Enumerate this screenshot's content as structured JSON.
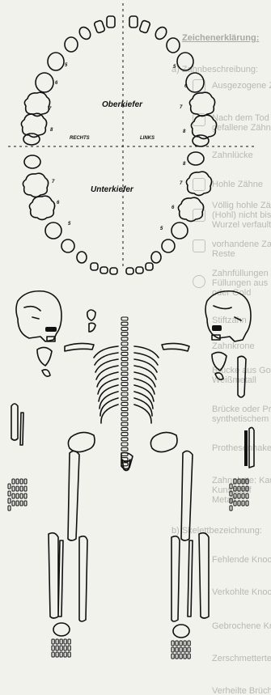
{
  "labels": {
    "upper_jaw": "Oberkiefer",
    "lower_jaw": "Unterkiefer",
    "right": "RECHTS",
    "left": "LINKS"
  },
  "tooth_numbers": {
    "upper_right": [
      "8",
      "7",
      "6",
      "5"
    ],
    "upper_left": [
      "7",
      "6",
      "5",
      "8"
    ],
    "lower_right": [
      "7",
      "6",
      "5"
    ],
    "lower_left": [
      "8",
      "7",
      "6",
      "5"
    ]
  },
  "legend_ghost": {
    "heading": "Zeichenerklärung:",
    "subheading": "a) Zahnbeschreibung:",
    "items": [
      "Ausgezogene Zähne",
      "Nach dem Tod aus-",
      "gefallene Zähne",
      "Zahnlücke",
      "Hohle Zähne",
      "Völlig hohle Zähne",
      "(Hohl) nicht bis zur",
      "Wurzel verfault)",
      "vorhandene Zahn-",
      "Reste",
      "Zahnfüllungen",
      "Füllungen aus Metall",
      "oder Gold",
      "Stiftzahn",
      "Zahnkrone",
      "Brücke aus Gold oder",
      "Weißmetall",
      "Brücke oder Prothese aus",
      "synthetischem Material",
      "Prothesenhaken",
      "Zahnplatte: Kautschuk",
      "Kunststoff",
      "Metall",
      "b) Skelettbezeichnung:",
      "Fehlende Knochen",
      "Verkohlte Knochen",
      "Gebrochene Knochen",
      "Zerschmetterte Knochen",
      "Verheilte Brüche"
    ]
  }
}
